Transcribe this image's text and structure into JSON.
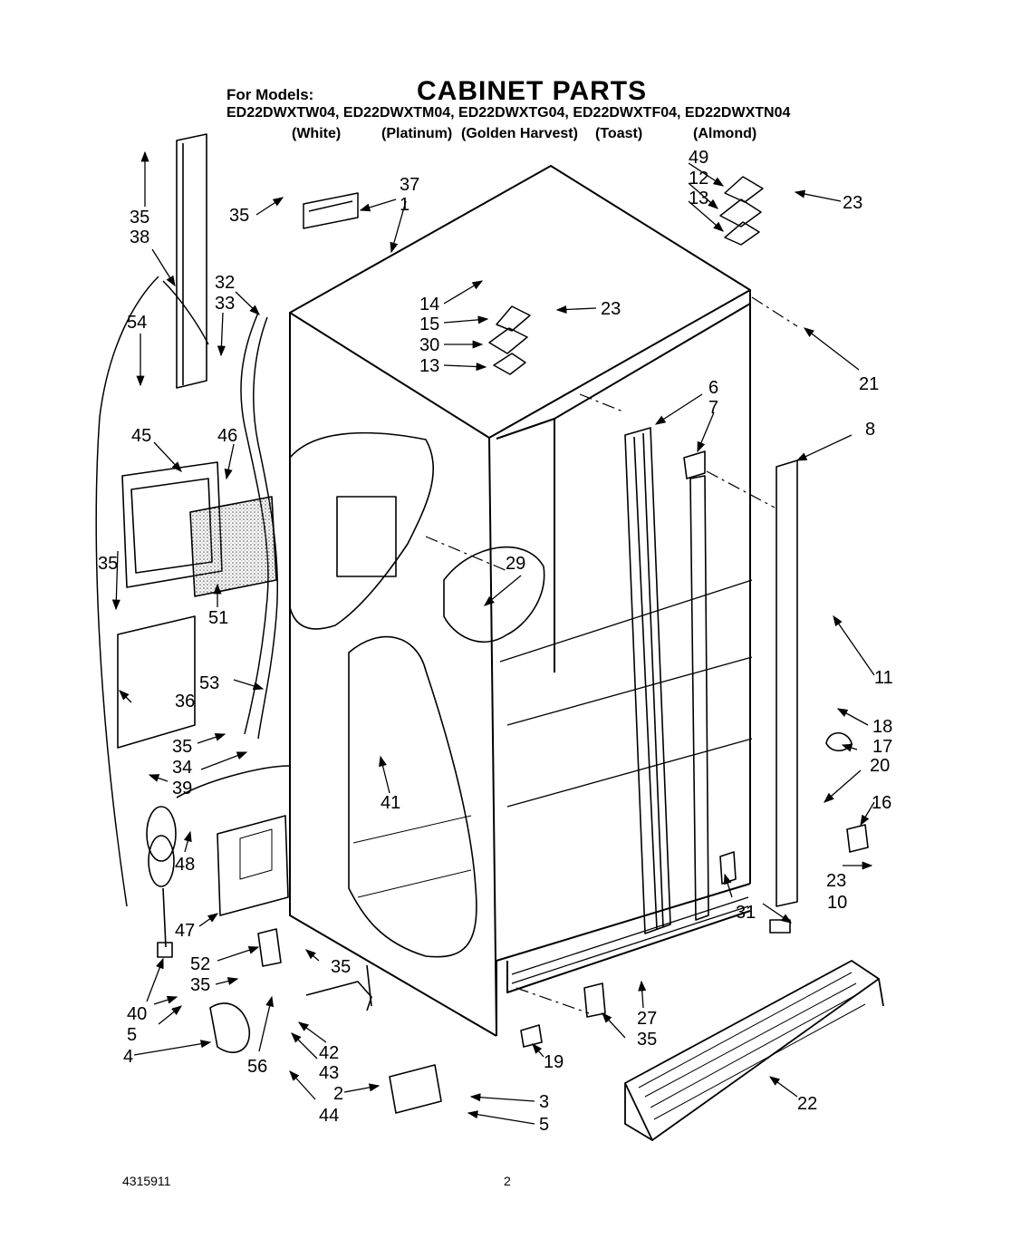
{
  "header": {
    "for_models": "For Models:",
    "title": "CABINET PARTS",
    "models": "ED22DWXTW04, ED22DWXTM04, ED22DWXTG04, ED22DWXTF04, ED22DWXTN04",
    "colors": [
      "(White)",
      "(Platinum)",
      "(Golden Harvest)",
      "(Toast)",
      "(Almond)"
    ]
  },
  "callouts": [
    {
      "id": "c1",
      "text": "1"
    },
    {
      "id": "c2",
      "text": "2"
    },
    {
      "id": "c3",
      "text": "3"
    },
    {
      "id": "c4",
      "text": "4"
    },
    {
      "id": "c5a",
      "text": "5"
    },
    {
      "id": "c5b",
      "text": "5"
    },
    {
      "id": "c6",
      "text": "6"
    },
    {
      "id": "c7",
      "text": "7"
    },
    {
      "id": "c8",
      "text": "8"
    },
    {
      "id": "c10",
      "text": "10"
    },
    {
      "id": "c11",
      "text": "11"
    },
    {
      "id": "c12",
      "text": "12"
    },
    {
      "id": "c13a",
      "text": "13"
    },
    {
      "id": "c13b",
      "text": "13"
    },
    {
      "id": "c14",
      "text": "14"
    },
    {
      "id": "c15",
      "text": "15"
    },
    {
      "id": "c16",
      "text": "16"
    },
    {
      "id": "c17",
      "text": "17"
    },
    {
      "id": "c18",
      "text": "18"
    },
    {
      "id": "c19",
      "text": "19"
    },
    {
      "id": "c20",
      "text": "20"
    },
    {
      "id": "c21",
      "text": "21"
    },
    {
      "id": "c22",
      "text": "22"
    },
    {
      "id": "c23a",
      "text": "23"
    },
    {
      "id": "c23b",
      "text": "23"
    },
    {
      "id": "c23c",
      "text": "23"
    },
    {
      "id": "c27",
      "text": "27"
    },
    {
      "id": "c29",
      "text": "29"
    },
    {
      "id": "c30",
      "text": "30"
    },
    {
      "id": "c31",
      "text": "31"
    },
    {
      "id": "c32",
      "text": "32"
    },
    {
      "id": "c33",
      "text": "33"
    },
    {
      "id": "c34",
      "text": "34"
    },
    {
      "id": "c35a",
      "text": "35"
    },
    {
      "id": "c35b",
      "text": "35"
    },
    {
      "id": "c35c",
      "text": "35"
    },
    {
      "id": "c35d",
      "text": "35"
    },
    {
      "id": "c35e",
      "text": "35"
    },
    {
      "id": "c35f",
      "text": "35"
    },
    {
      "id": "c35g",
      "text": "35"
    },
    {
      "id": "c36",
      "text": "36"
    },
    {
      "id": "c37",
      "text": "37"
    },
    {
      "id": "c38",
      "text": "38"
    },
    {
      "id": "c39",
      "text": "39"
    },
    {
      "id": "c40",
      "text": "40"
    },
    {
      "id": "c41",
      "text": "41"
    },
    {
      "id": "c42",
      "text": "42"
    },
    {
      "id": "c43",
      "text": "43"
    },
    {
      "id": "c44",
      "text": "44"
    },
    {
      "id": "c45",
      "text": "45"
    },
    {
      "id": "c46",
      "text": "46"
    },
    {
      "id": "c47",
      "text": "47"
    },
    {
      "id": "c48",
      "text": "48"
    },
    {
      "id": "c49",
      "text": "49"
    },
    {
      "id": "c51",
      "text": "51"
    },
    {
      "id": "c52",
      "text": "52"
    },
    {
      "id": "c53",
      "text": "53"
    },
    {
      "id": "c54",
      "text": "54"
    },
    {
      "id": "c56",
      "text": "56"
    }
  ],
  "footer": {
    "doc_number": "4315911",
    "page_number": "2"
  }
}
